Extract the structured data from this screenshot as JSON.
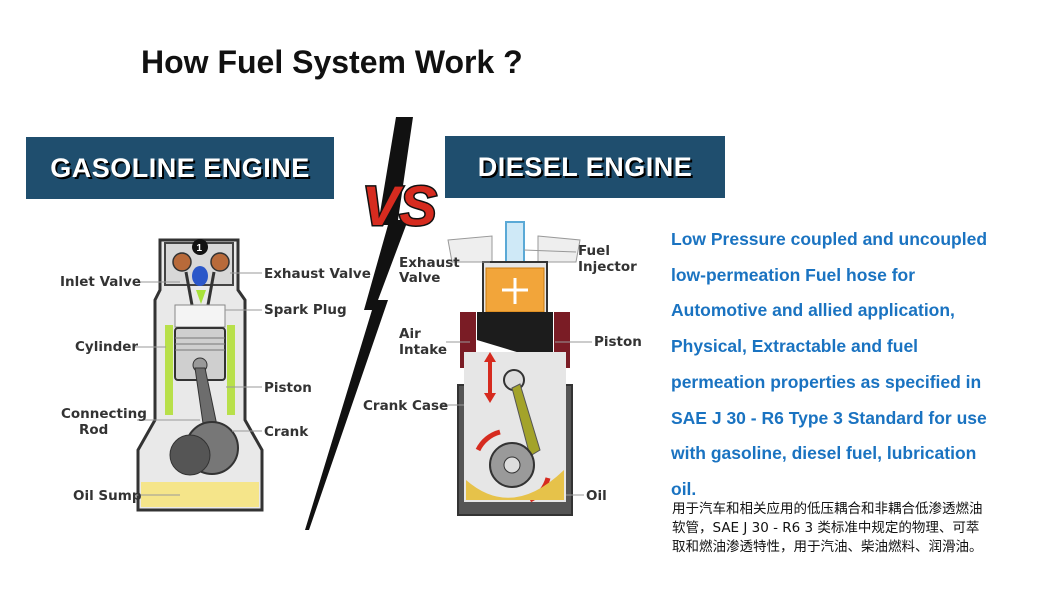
{
  "title": "How Fuel System Work ?",
  "vs_text": "VS",
  "gasoline": {
    "banner": "GASOLINE ENGINE",
    "marker": "1",
    "labels": {
      "inlet_valve": "Inlet Valve",
      "exhaust_valve": "Exhaust Valve",
      "spark_plug": "Spark Plug",
      "cylinder": "Cylinder",
      "piston": "Piston",
      "connecting_rod_1": "Connecting",
      "connecting_rod_2": "Rod",
      "crank": "Crank",
      "oil_sump": "Oil Sump"
    }
  },
  "diesel": {
    "banner": "DIESEL ENGINE",
    "labels": {
      "exhaust_valve_1": "Exhaust",
      "exhaust_valve_2": "Valve",
      "fuel_injector_1": "Fuel",
      "fuel_injector_2": "Injector",
      "air_intake_1": "Air",
      "air_intake_2": "Intake",
      "piston": "Piston",
      "crank_case": "Crank Case",
      "oil": "Oil"
    }
  },
  "description_lines": [
    "Low Pressure coupled and uncoupled",
    "low-permeation Fuel hose for",
    "Automotive and allied application,",
    "Physical, Extractable and fuel",
    "permeation properties as specified in",
    "SAE J 30 - R6 Type 3 Standard for use",
    "with gasoline, diesel fuel, lubrication",
    "oil."
  ],
  "chinese_lines": [
    "用于汽车和相关应用的低压耦合和非耦合低渗透燃油",
    "软管，SAE J 30 - R6 3 类标准中规定的物理、可萃",
    "取和燃油渗透特性，用于汽油、柴油燃料、润滑油。"
  ],
  "colors": {
    "banner_bg": "#1f4e6e",
    "description_text": "#1a73c1",
    "vs_fill": "#d62b1f"
  }
}
